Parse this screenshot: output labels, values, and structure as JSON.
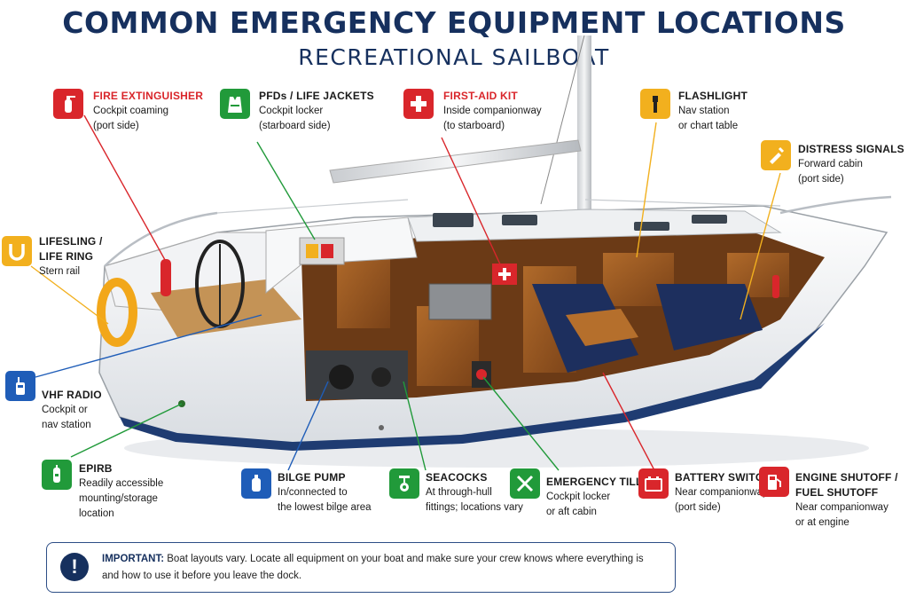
{
  "title": "COMMON EMERGENCY EQUIPMENT LOCATIONS",
  "subtitle": "RECREATIONAL SAILBOAT",
  "callouts": [
    {
      "title": "FIRE EXTINGUISHER",
      "line1": "Cockpit coaming",
      "line2": "(port side)",
      "line3": "",
      "icon": "fire-extinguisher-icon",
      "color": "#d9262b"
    },
    {
      "title": "PFDs / LIFE JACKETS",
      "line1": "Cockpit locker",
      "line2": "(starboard side)",
      "line3": "",
      "icon": "life-jacket-icon",
      "color": "#219a3a"
    },
    {
      "title": "FIRST-AID KIT",
      "line1": "Inside companionway",
      "line2": "(to starboard)",
      "line3": "",
      "icon": "first-aid-icon",
      "color": "#d9262b"
    },
    {
      "title": "FLASHLIGHT",
      "line1": "Nav station",
      "line2": "or chart table",
      "line3": "",
      "icon": "flashlight-icon",
      "color": "#f2b01e"
    },
    {
      "title": "DISTRESS SIGNALS",
      "line1": "Forward cabin",
      "line2": "(port side)",
      "line3": "",
      "icon": "flare-icon",
      "color": "#f2b01e"
    },
    {
      "title": "LIFESLING /",
      "title2": "LIFE RING",
      "line1": "Stern rail",
      "line2": "",
      "line3": "",
      "icon": "life-ring-icon",
      "color": "#f2b01e"
    },
    {
      "title": "VHF RADIO",
      "line1": "Cockpit or",
      "line2": "nav station",
      "line3": "",
      "icon": "radio-icon",
      "color": "#1f5db8"
    },
    {
      "title": "EPIRB",
      "line1": "Readily accessible",
      "line2": "mounting/storage",
      "line3": "location",
      "icon": "epirb-icon",
      "color": "#219a3a"
    },
    {
      "title": "BILGE PUMP",
      "line1": "In/connected to",
      "line2": "the lowest bilge area",
      "line3": "",
      "icon": "bilge-pump-icon",
      "color": "#1f5db8"
    },
    {
      "title": "SEACOCKS",
      "line1": "At through-hull",
      "line2": "fittings; locations vary",
      "line3": "",
      "icon": "seacock-icon",
      "color": "#219a3a"
    },
    {
      "title": "EMERGENCY TILLER",
      "line1": "Cockpit locker",
      "line2": "or aft cabin",
      "line3": "",
      "icon": "tools-icon",
      "color": "#219a3a"
    },
    {
      "title": "BATTERY SWITCH",
      "line1": "Near companionway",
      "line2": "(port side)",
      "line3": "",
      "icon": "battery-icon",
      "color": "#d9262b"
    },
    {
      "title": "ENGINE SHUTOFF /",
      "title2": "FUEL SHUTOFF",
      "line1": "Near companionway",
      "line2": "or at engine",
      "line3": "",
      "icon": "fuel-pump-icon",
      "color": "#d9262b"
    }
  ],
  "note": {
    "label": "IMPORTANT:",
    "text": "Boat layouts vary. Locate all equipment on your boat and make sure your crew knows where everything is",
    "text2": "and how to use it before you leave the dock."
  }
}
